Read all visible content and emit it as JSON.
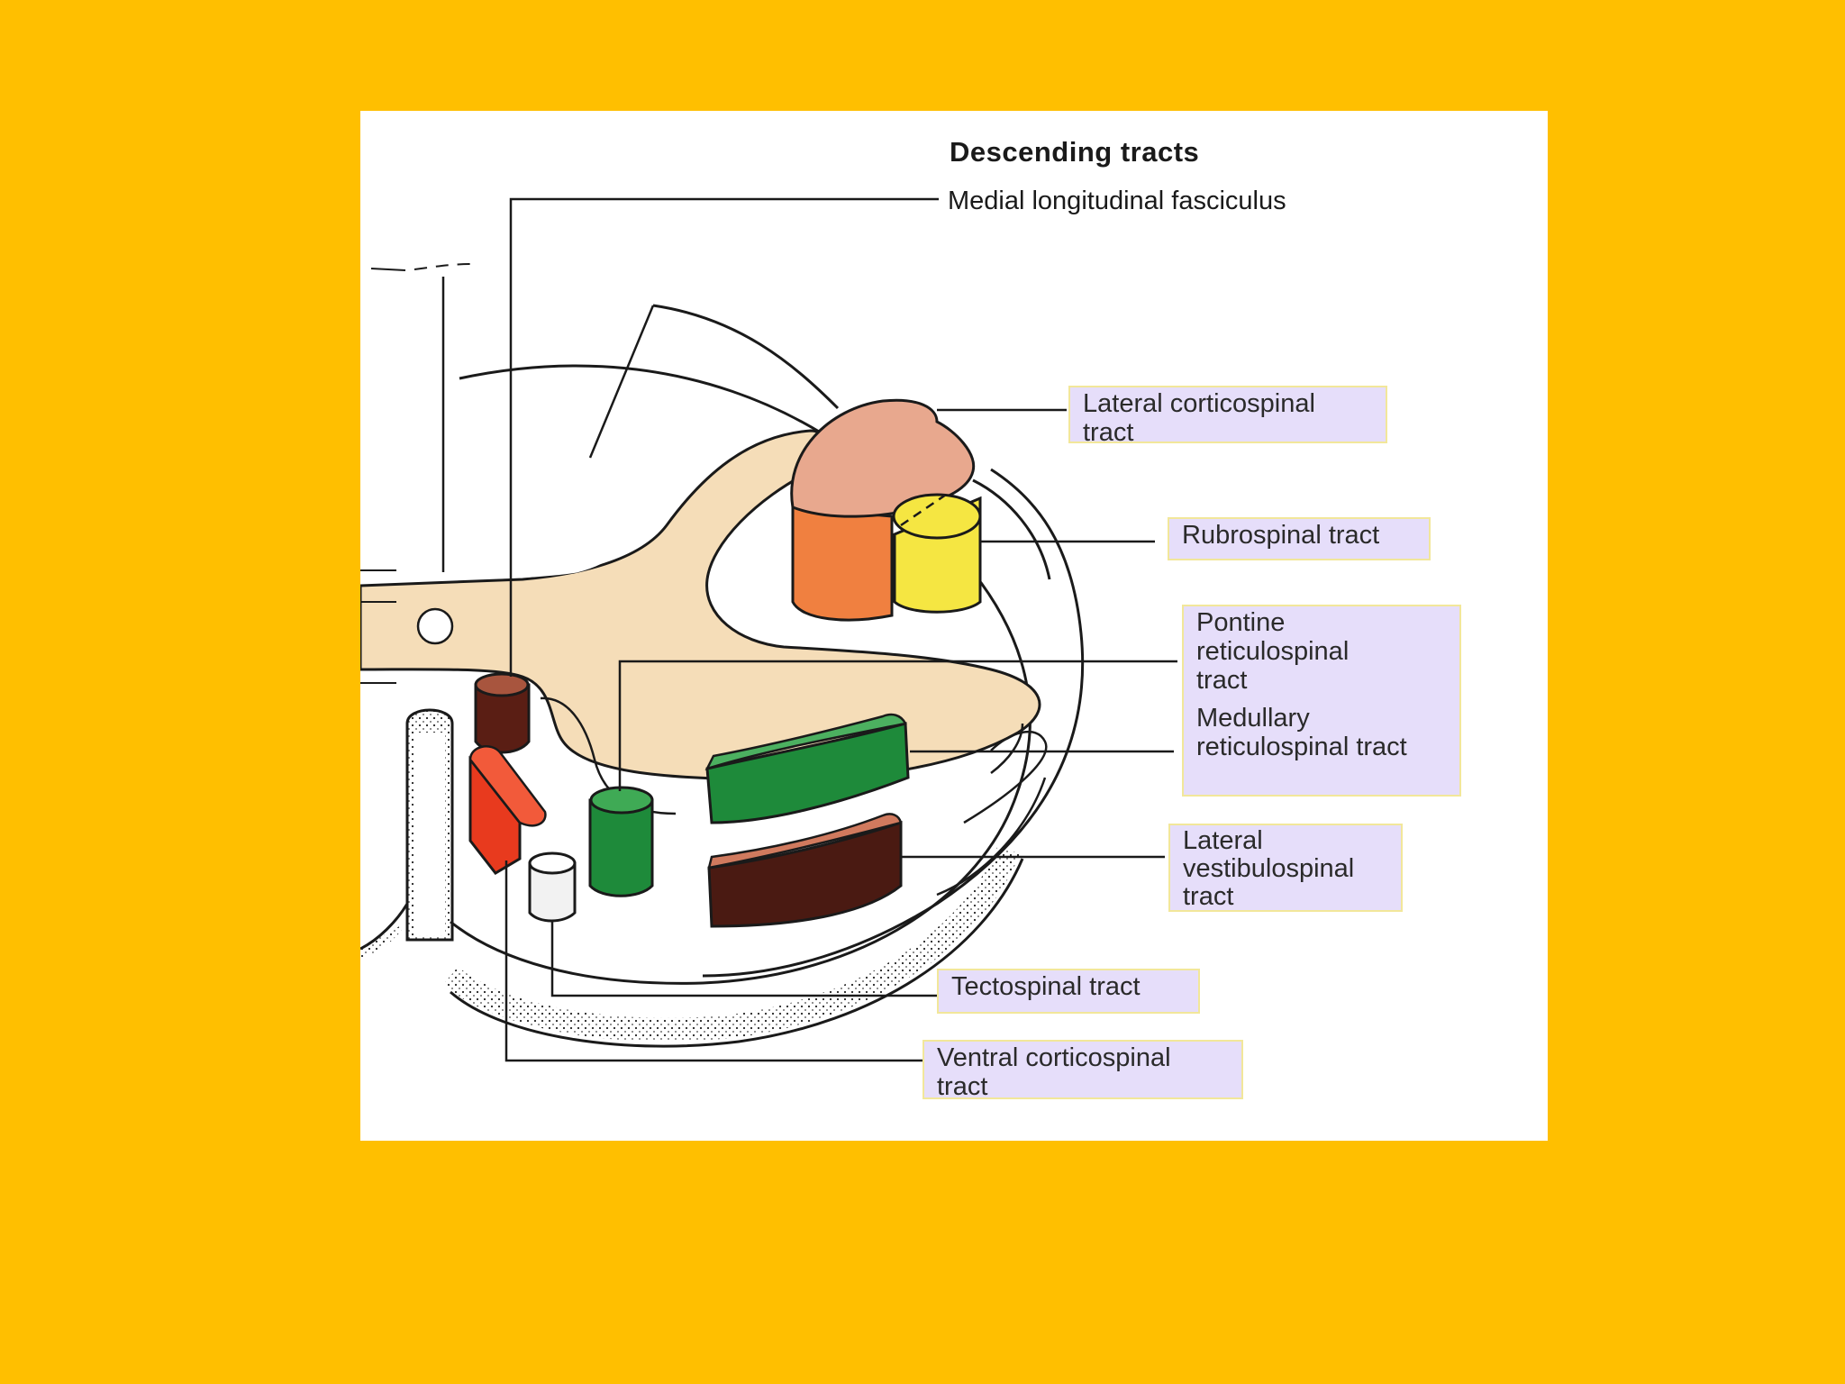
{
  "diagram": {
    "title": "Descending tracts",
    "labels": {
      "mlf": "Medial longitudinal fasciculus",
      "lateral_corticospinal": [
        "Lateral corticospinal",
        "tract"
      ],
      "rubrospinal": "Rubrospinal tract",
      "pontine_reticulospinal": [
        "Pontine",
        "reticulospinal",
        "tract"
      ],
      "medullary_reticulospinal": [
        "Medullary",
        "reticulospinal tract"
      ],
      "lateral_vestibulospinal": [
        "Lateral",
        "vestibulospinal",
        "tract"
      ],
      "tectospinal": "Tectospinal tract",
      "ventral_corticospinal": [
        "Ventral corticospinal",
        "tract"
      ]
    },
    "colors": {
      "background": "#FFBF00",
      "panel": "#FFFFFF",
      "label_box": "#E6DEFA",
      "grey_matter": "#F5DDB8",
      "lateral_corticospinal": "#E8A88E",
      "rubrospinal": "#F5E642",
      "reticulospinal": "#1E8A3A",
      "vestibulospinal": "#4A1A12",
      "ventral_corticospinal": "#E83A1E",
      "mlf": "#5A1E14",
      "tectospinal": "#F2F2F2"
    }
  }
}
